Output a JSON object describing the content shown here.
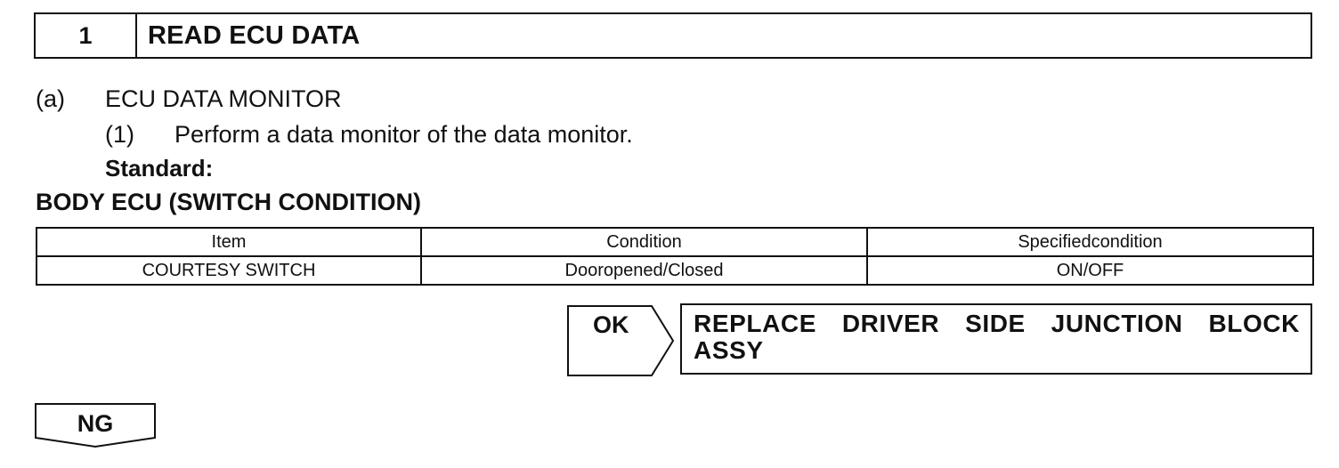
{
  "step": {
    "number": "1",
    "title": "READ ECU DATA"
  },
  "instructions": {
    "sub_label": "(a)",
    "sub_text": "ECU DATA MONITOR",
    "sub2_label": "(1)",
    "sub2_text": "Perform a data monitor of the data monitor.",
    "standard_label": "Standard:"
  },
  "table": {
    "title": "BODY ECU (SWITCH CONDITION)",
    "headers": [
      "Item",
      "Condition",
      "Specifiedcondition"
    ],
    "rows": [
      [
        "COURTESY SWITCH",
        "Dooropened/Closed",
        "ON/OFF"
      ]
    ]
  },
  "ok_result": {
    "label": "OK",
    "action": "REPLACE DRIVER SIDE JUNCTION BLOCK ASSY"
  },
  "ng_result": {
    "label": "NG"
  }
}
